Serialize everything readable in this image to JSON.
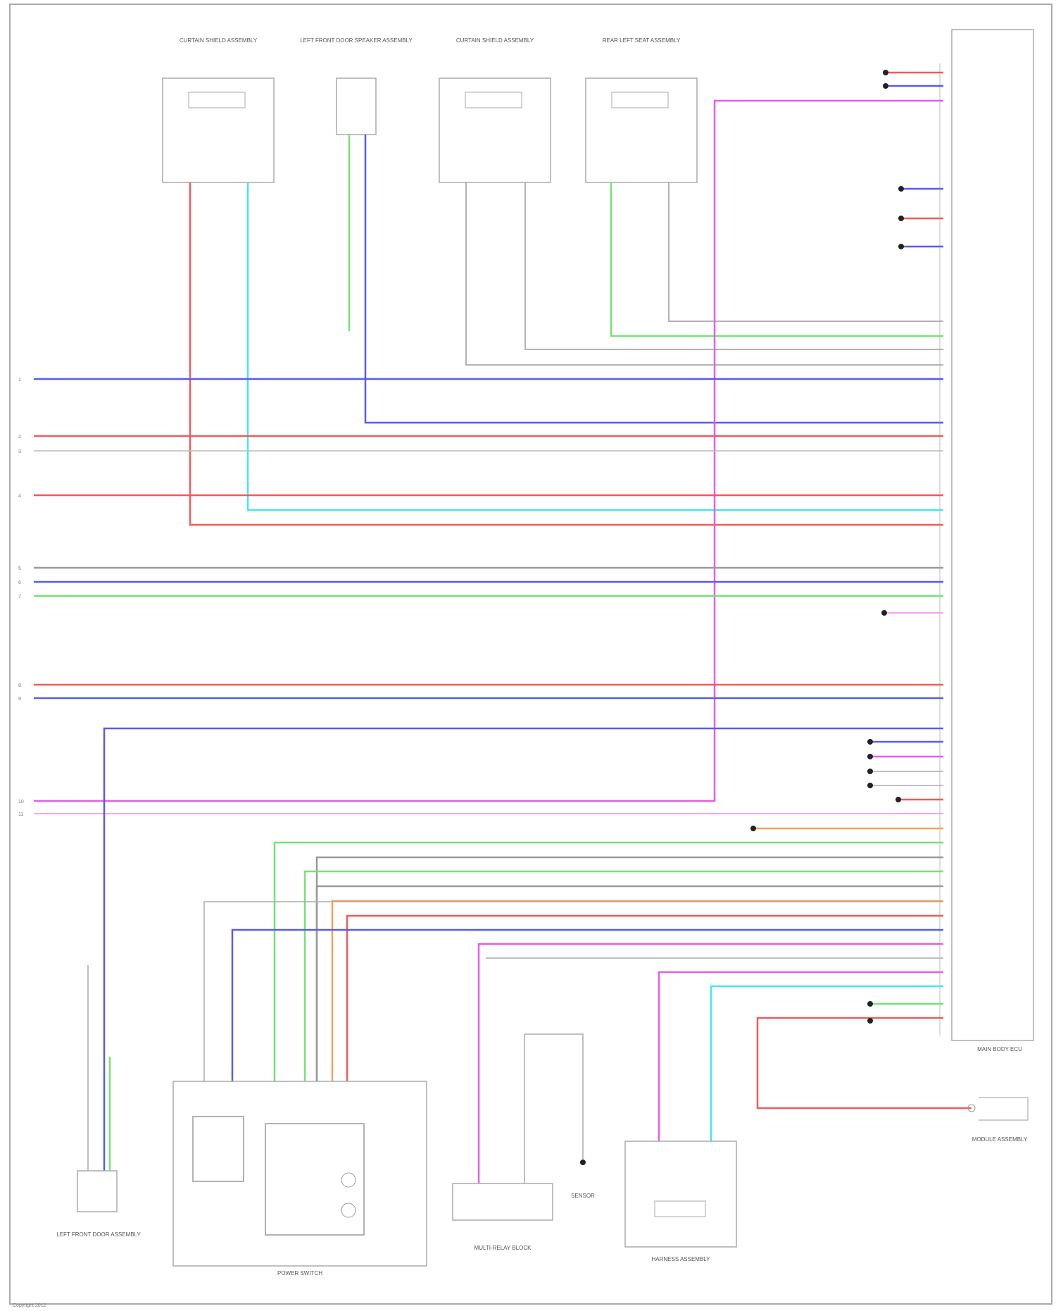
{
  "diagram": {
    "components": {
      "top_1": "CURTAIN SHIELD ASSEMBLY",
      "top_2": "LEFT FRONT DOOR SPEAKER ASSEMBLY",
      "top_3": "CURTAIN SHIELD ASSEMBLY",
      "top_4": "REAR LEFT SEAT ASSEMBLY",
      "main_ecu": "MAIN BODY ECU",
      "left_door": "LEFT FRONT DOOR ASSEMBLY",
      "power_switch": "POWER SWITCH",
      "relay_block": "MULTI-RELAY BLOCK",
      "sensor": "SENSOR",
      "harness": "HARNESS ASSEMBLY",
      "right_module": "MODULE ASSEMBLY"
    },
    "footer": "Copyright 2012"
  },
  "colors": {
    "blue": "#5a5af0",
    "red": "#ef5b5b",
    "cyan": "#45e6ef",
    "green": "#74e274",
    "magenta": "#e85be8",
    "gray": "#9a9a9a",
    "orange": "#f3a25a"
  }
}
